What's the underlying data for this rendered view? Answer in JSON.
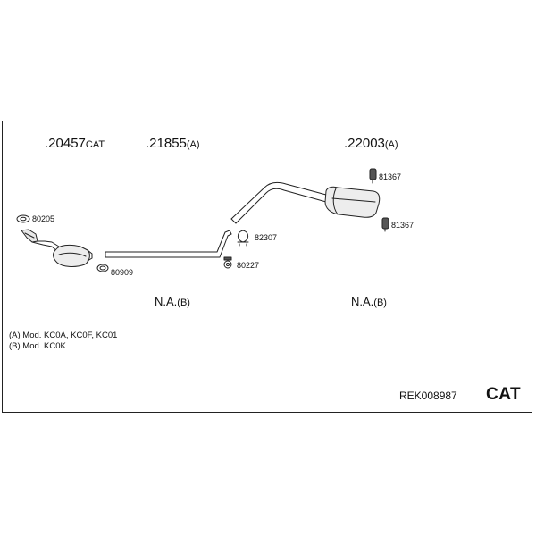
{
  "parts": {
    "p1": {
      "number": ".20457",
      "suffix": "CAT"
    },
    "p2": {
      "number": ".21855",
      "suffix": "(A)"
    },
    "p3": {
      "number": ".22003",
      "suffix": "(A)"
    }
  },
  "refs": {
    "r80205": "80205",
    "r80909": "80909",
    "r82307": "82307",
    "r80227": "80227",
    "r81367a": "81367",
    "r81367b": "81367"
  },
  "na": {
    "left": {
      "text": "N.A.",
      "suffix": "(B)"
    },
    "right": {
      "text": "N.A.",
      "suffix": "(B)"
    }
  },
  "legend": {
    "line_a": "(A) Mod. KC0A, KC0F, KC01",
    "line_b": "(B) Mod. KC0K"
  },
  "kit_code": "REK008987",
  "category": "CAT",
  "icons": [
    "gasket-icon",
    "clamp-icon",
    "u-bolt-clamp-icon",
    "mounting-clamp-icon",
    "rubber-hanger-icon"
  ]
}
